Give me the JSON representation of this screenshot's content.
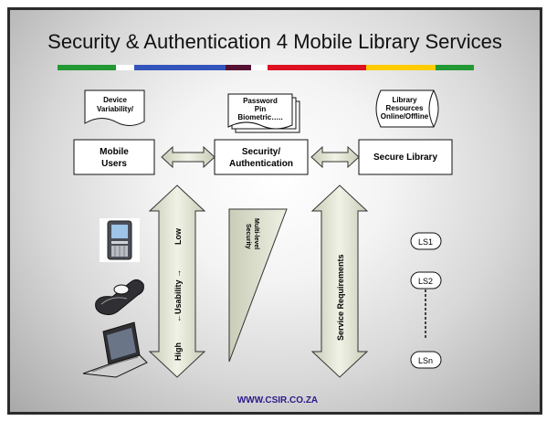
{
  "title": "Security & Authentication 4 Mobile Library Services",
  "stripe_colors": [
    "#229933",
    "#ffffff",
    "#3355bb",
    "#551133",
    "#ffffff",
    "#dd1122",
    "#ffcc00",
    "#229933"
  ],
  "docs": {
    "device": [
      "Device",
      "Variability/"
    ],
    "password": [
      "Password",
      "Pin",
      "Biometric….."
    ],
    "resources": [
      "Library",
      "Resources",
      "Online/Offline"
    ]
  },
  "boxes": {
    "mobile_users": [
      "Mobile",
      "Users"
    ],
    "security": [
      "Security/",
      "Authentication"
    ],
    "library": "Secure Library"
  },
  "usability": {
    "high": "High",
    "label": "←Usability →",
    "low": "Low"
  },
  "multilevel": [
    "Multi-level",
    "Security"
  ],
  "service_req": "Service Requirements",
  "ls_labels": [
    "LS1",
    "LS2",
    "LSn"
  ],
  "footer": "WWW.CSIR.CO.ZA",
  "icons": [
    "pda-icon",
    "flip-phone-icon",
    "laptop-icon"
  ]
}
